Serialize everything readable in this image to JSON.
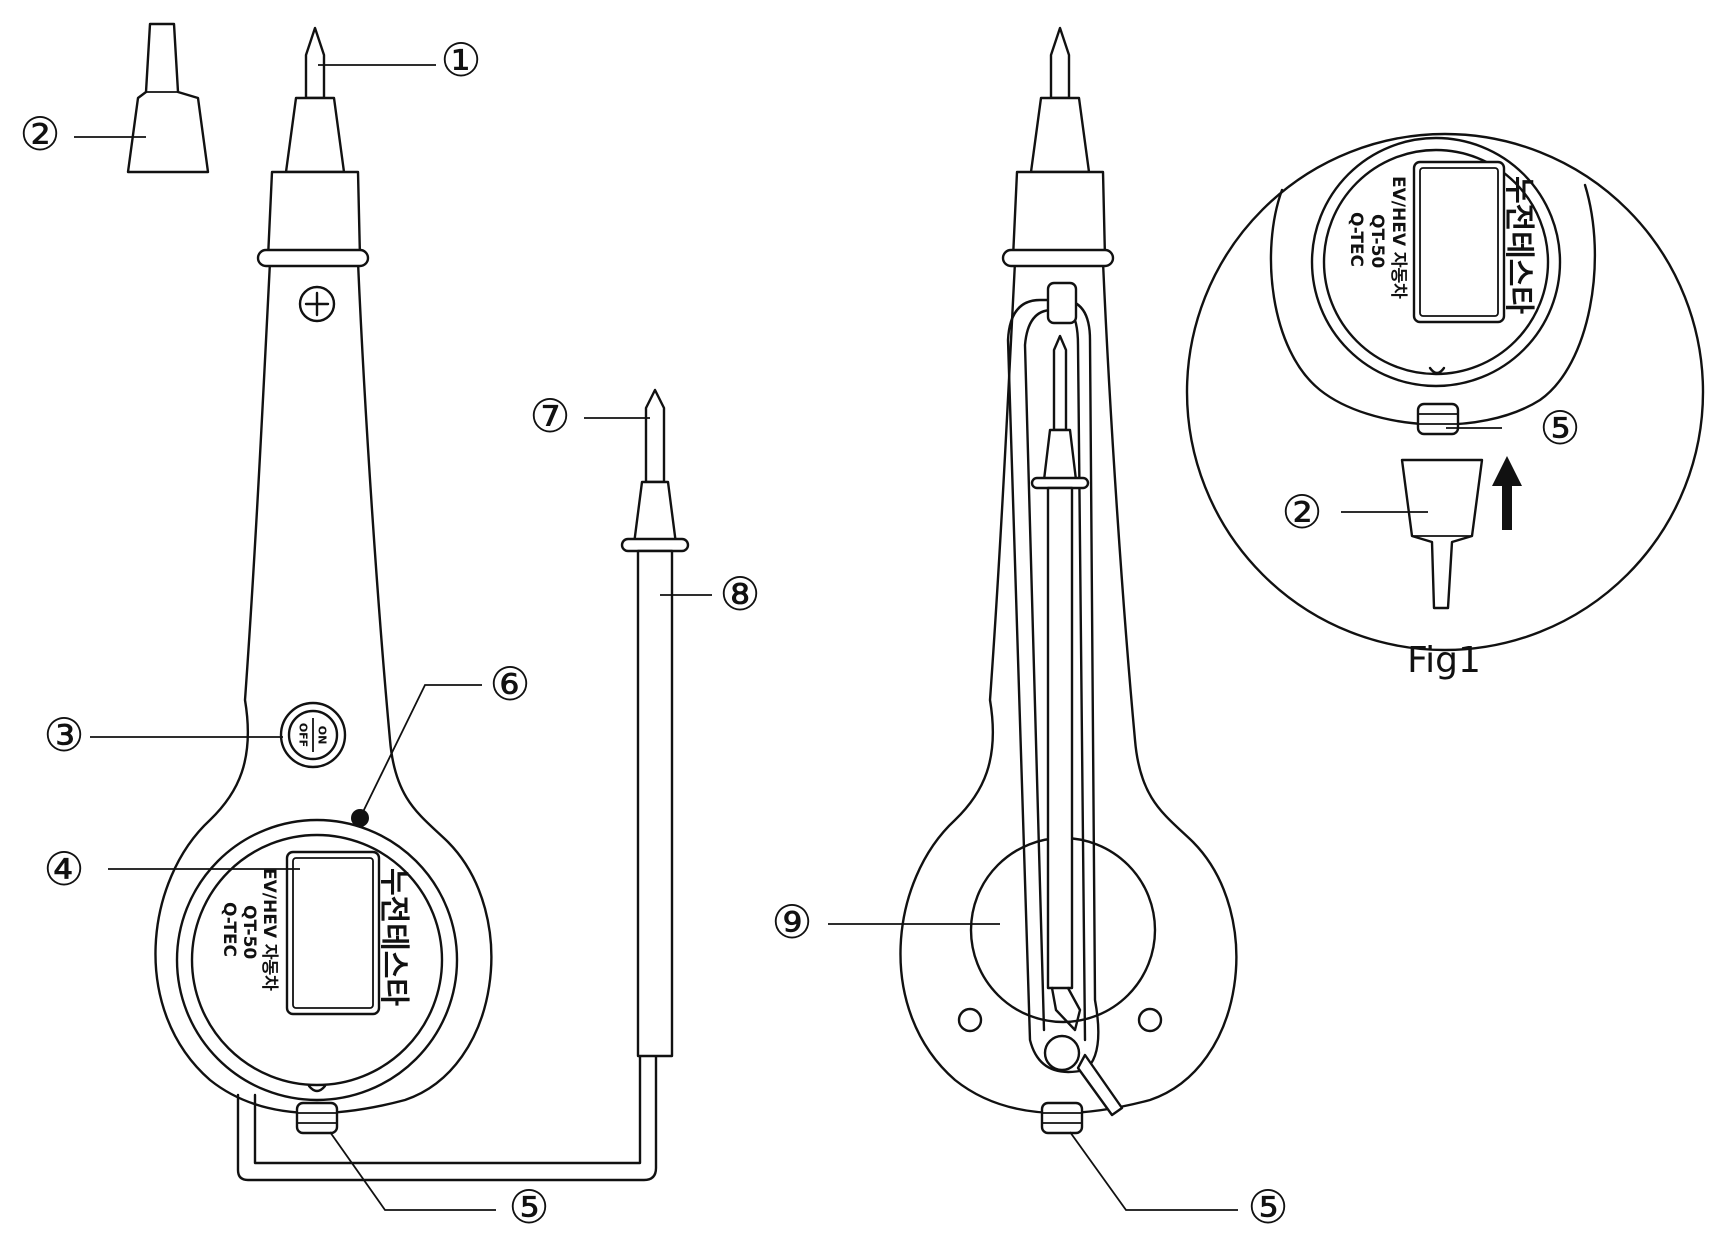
{
  "callouts": {
    "c1": "①",
    "c2": "②",
    "c3": "③",
    "c4": "④",
    "c5": "⑤",
    "c6": "⑥",
    "c7": "⑦",
    "c8": "⑧",
    "c9": "⑨"
  },
  "device": {
    "brand": "누전테스타",
    "line1": "EV/HEV 자동차",
    "line2": "QT-50",
    "line3": "Q-TEC",
    "button_on": "ON",
    "button_off": "OFF",
    "plus": "+"
  },
  "figure_label": "Fig1",
  "colors": {
    "stroke": "#111111",
    "background": "#ffffff"
  }
}
